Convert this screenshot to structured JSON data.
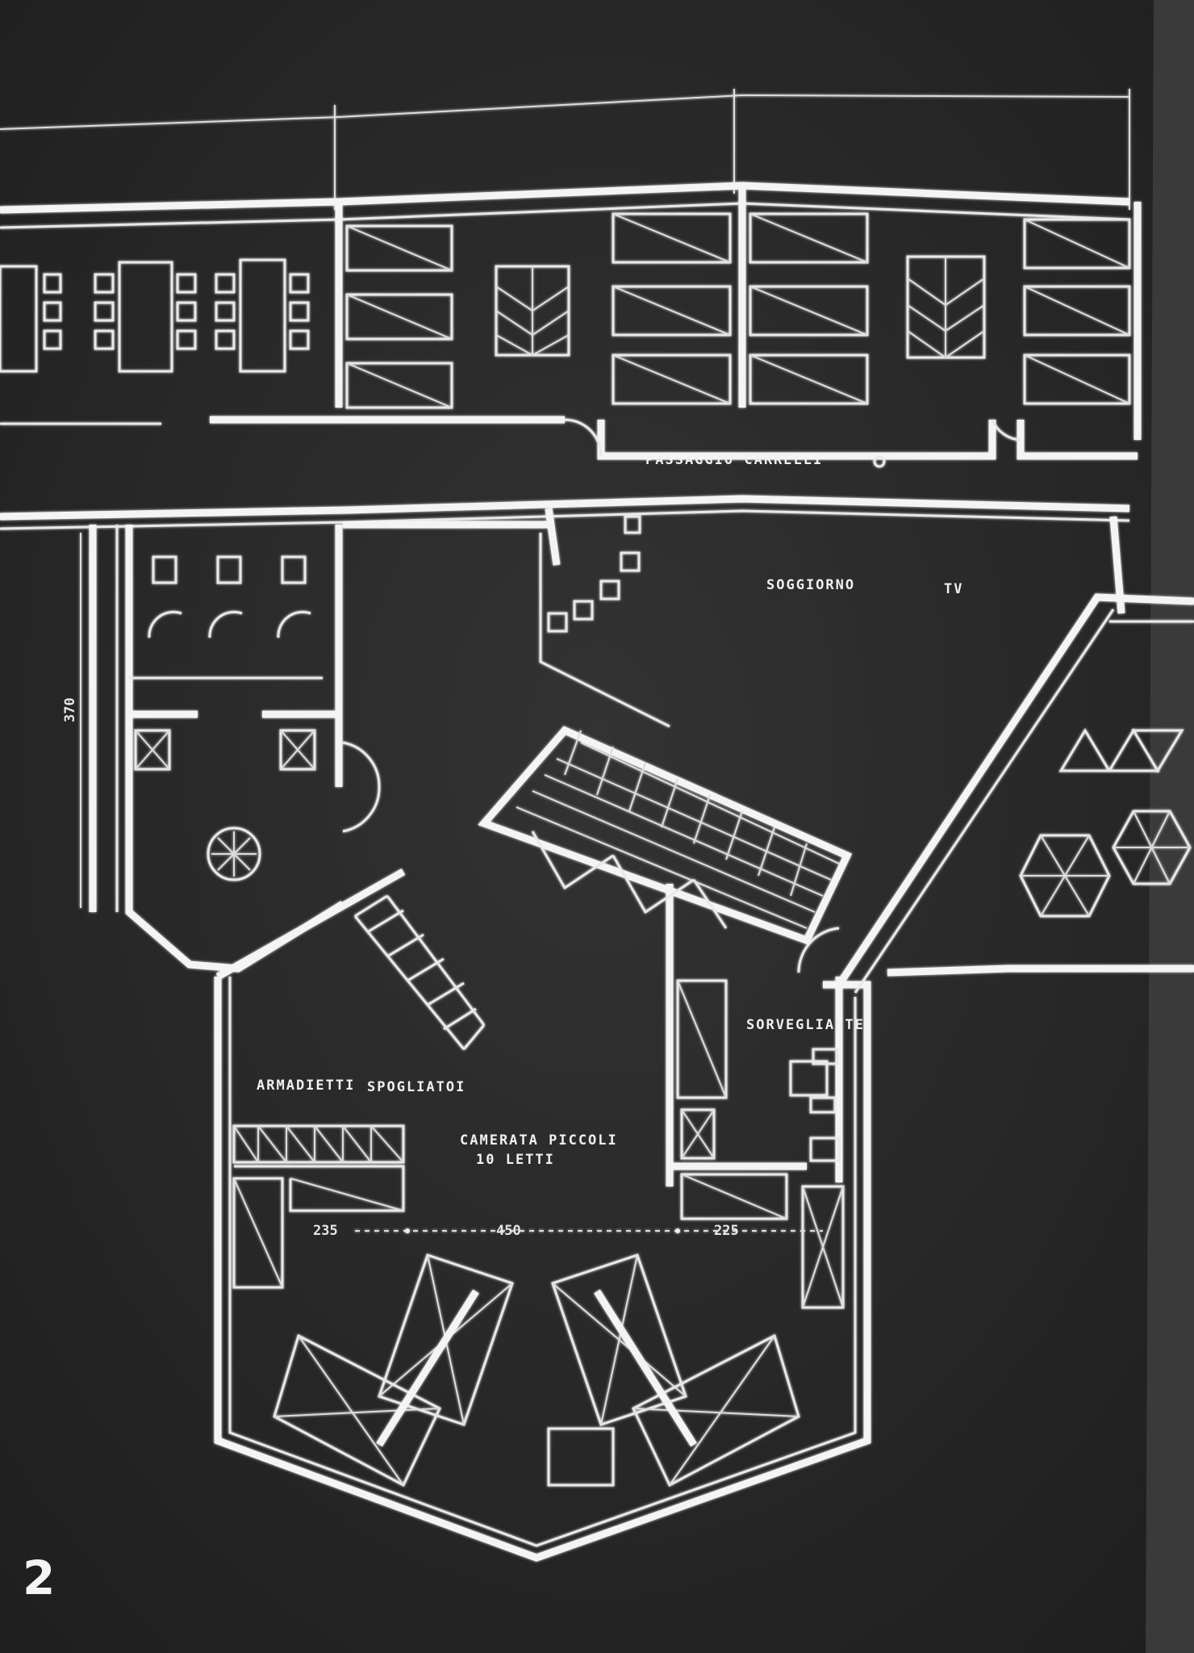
{
  "figure_number": "2",
  "rooms": {
    "corridor": "PASSAGGIO CARRELLI",
    "soggiorno_left": "SOGGIORNO",
    "soggiorno_right": "TV",
    "armadietti": "ARMADIETTI",
    "spogliatoi": "SPOGLIATOI",
    "camerata_line1": "CAMERATA PICCOLI",
    "camerata_line2": "10 LETTI",
    "sorveglianza": "SORVEGLIANTE"
  },
  "dimensions": {
    "d1": "235",
    "d2": "450",
    "d3": "225",
    "vertical": "370"
  },
  "colors": {
    "background": "#2a2a2a",
    "lines": "#f2f2f2"
  }
}
